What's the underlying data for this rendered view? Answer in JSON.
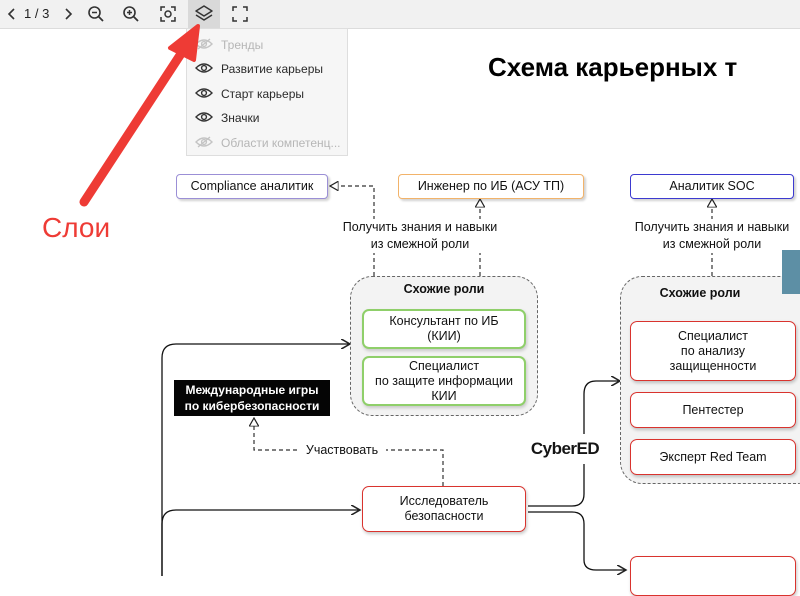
{
  "toolbar": {
    "prev_icon": "chevron-left-icon",
    "page_indicator": "1 / 3",
    "next_icon": "chevron-right-icon",
    "zoom_out_icon": "zoom-out-icon",
    "zoom_in_icon": "zoom-in-icon",
    "fit_icon": "fit-to-screen-icon",
    "layers_icon": "layers-icon",
    "fullscreen_icon": "fullscreen-icon"
  },
  "layers_menu": {
    "items": [
      {
        "label": "Тренды",
        "visible": false
      },
      {
        "label": "Развитие карьеры",
        "visible": true
      },
      {
        "label": "Старт карьеры",
        "visible": true
      },
      {
        "label": "Значки",
        "visible": true
      },
      {
        "label": "Области компетенц...",
        "visible": false
      }
    ]
  },
  "annotation": {
    "label": "Слои",
    "color": "#ee3b35"
  },
  "diagram": {
    "title": "Схема карьерных т",
    "top_roles": {
      "compliance": "Compliance аналитик",
      "engineer": "Инженер по ИБ (АСУ ТП)",
      "soc": "Аналитик SOC"
    },
    "note_left": "Получить знания и навыки\nиз смежной роли",
    "note_right": "Получить знания и навыки\nиз смежной роли",
    "group_left": {
      "title": "Схожие роли",
      "roles": [
        "Консультант по ИБ\n(КИИ)",
        "Специалист\nпо защите информации\nКИИ"
      ]
    },
    "group_right": {
      "title": "Схожие роли",
      "roles": [
        "Специалист\nпо анализу\nзащищенности",
        "Пентестер",
        "Эксперт Red Team"
      ]
    },
    "games_badge": "Международные игры\nпо кибербезопасности",
    "participate_label": "Участвовать",
    "researcher": "Исследователь\nбезопасности",
    "logo_text": "CyberED"
  },
  "colors": {
    "accent_red": "#d9332e",
    "green_border": "#8fcf6a",
    "purple_border": "#9b8fd6",
    "orange_border": "#f2b36a",
    "blue_border": "#3d3ad0"
  }
}
